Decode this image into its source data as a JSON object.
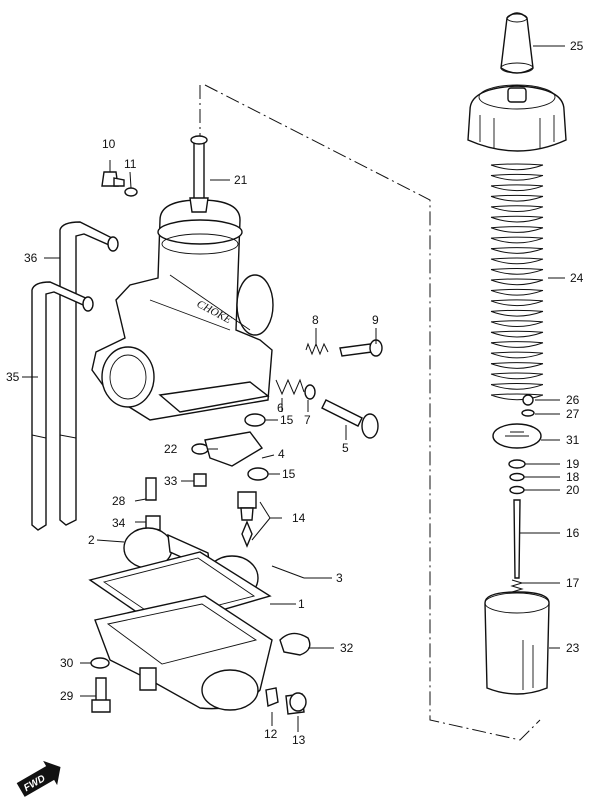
{
  "diagram": {
    "callouts": [
      {
        "id": "25",
        "text": "25"
      },
      {
        "id": "24",
        "text": "24"
      },
      {
        "id": "26",
        "text": "26"
      },
      {
        "id": "27",
        "text": "27"
      },
      {
        "id": "31",
        "text": "31"
      },
      {
        "id": "19",
        "text": "19"
      },
      {
        "id": "18",
        "text": "18"
      },
      {
        "id": "20",
        "text": "20"
      },
      {
        "id": "16",
        "text": "16"
      },
      {
        "id": "17",
        "text": "17"
      },
      {
        "id": "23",
        "text": "23"
      },
      {
        "id": "10",
        "text": "10"
      },
      {
        "id": "11",
        "text": "11"
      },
      {
        "id": "21",
        "text": "21"
      },
      {
        "id": "36",
        "text": "36"
      },
      {
        "id": "35",
        "text": "35"
      },
      {
        "id": "8",
        "text": "8"
      },
      {
        "id": "9",
        "text": "9"
      },
      {
        "id": "6",
        "text": "6"
      },
      {
        "id": "7",
        "text": "7"
      },
      {
        "id": "5",
        "text": "5"
      },
      {
        "id": "15a",
        "text": "15"
      },
      {
        "id": "22",
        "text": "22"
      },
      {
        "id": "4",
        "text": "4"
      },
      {
        "id": "15b",
        "text": "15"
      },
      {
        "id": "33",
        "text": "33"
      },
      {
        "id": "28",
        "text": "28"
      },
      {
        "id": "14",
        "text": "14"
      },
      {
        "id": "34",
        "text": "34"
      },
      {
        "id": "2",
        "text": "2"
      },
      {
        "id": "3",
        "text": "3"
      },
      {
        "id": "1",
        "text": "1"
      },
      {
        "id": "32",
        "text": "32"
      },
      {
        "id": "30",
        "text": "30"
      },
      {
        "id": "29",
        "text": "29"
      },
      {
        "id": "12",
        "text": "12"
      },
      {
        "id": "13",
        "text": "13"
      }
    ],
    "body_marking": "CHOKE",
    "forward_badge": "FWD"
  }
}
